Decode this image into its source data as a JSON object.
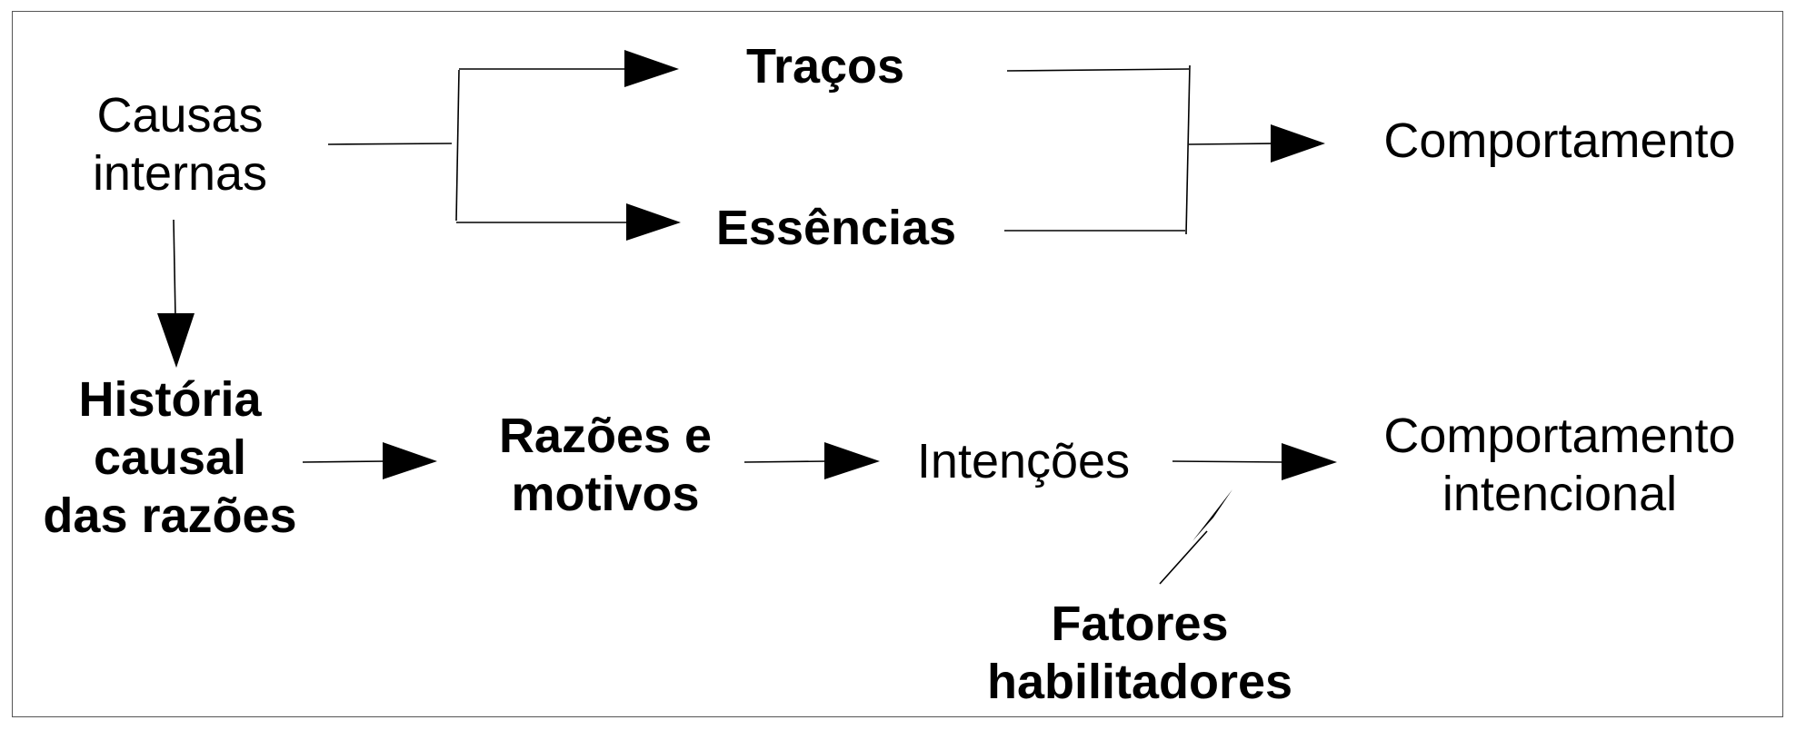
{
  "colors": {
    "stroke": "#000000",
    "frame": "#555555",
    "background": "#ffffff"
  },
  "nodes": {
    "causas_internas": {
      "lines": [
        "Causas",
        "internas"
      ],
      "bold": false
    },
    "tracos": {
      "lines": [
        "Traços"
      ],
      "bold": true
    },
    "essencias": {
      "lines": [
        "Essências"
      ],
      "bold": true
    },
    "comportamento": {
      "lines": [
        "Comportamento"
      ],
      "bold": false
    },
    "historia_causal": {
      "lines": [
        "História",
        "causal",
        "das razões"
      ],
      "bold": true
    },
    "razoes_motivos": {
      "lines": [
        "Razões e",
        "motivos"
      ],
      "bold": true
    },
    "intencoes": {
      "lines": [
        "Intenções"
      ],
      "bold": false
    },
    "comportamento_intencional": {
      "lines": [
        "Comportamento",
        "intencional"
      ],
      "bold": false
    },
    "fatores_habilitadores": {
      "lines": [
        "Fatores",
        "habilitadores"
      ],
      "bold": true
    }
  },
  "edges": [
    {
      "from": "causas_internas",
      "to": "tracos"
    },
    {
      "from": "causas_internas",
      "to": "essencias"
    },
    {
      "from": "tracos",
      "to": "comportamento"
    },
    {
      "from": "essencias",
      "to": "comportamento"
    },
    {
      "from": "causas_internas",
      "to": "historia_causal"
    },
    {
      "from": "historia_causal",
      "to": "razoes_motivos"
    },
    {
      "from": "razoes_motivos",
      "to": "intencoes"
    },
    {
      "from": "intencoes",
      "to": "comportamento_intencional"
    },
    {
      "from": "fatores_habilitadores",
      "to": "comportamento_intencional"
    }
  ]
}
